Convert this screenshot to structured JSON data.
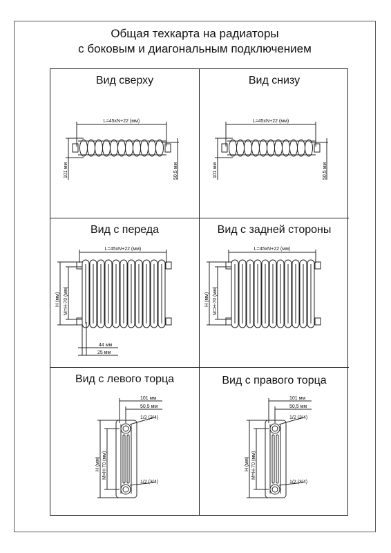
{
  "title": {
    "line1": "Общая техкарта на радиаторы",
    "line2": "с боковым и диагональным подключением"
  },
  "views": {
    "top": "Вид сверху",
    "bottom": "Вид снизу",
    "front": "Вид с переда",
    "back": "Вид с задней стороны",
    "left": "Вид с левого торца",
    "right": "Вид с правого торца"
  },
  "dims": {
    "length": "L=45xN+22 (мм)",
    "depth": "101 мм",
    "half_depth": "50,5 мм",
    "height": "H (мм)",
    "axis": "M=H-70 (мм)",
    "d44": "44 мм",
    "d25": "25 мм",
    "thread": "1/2 (3/4)"
  }
}
